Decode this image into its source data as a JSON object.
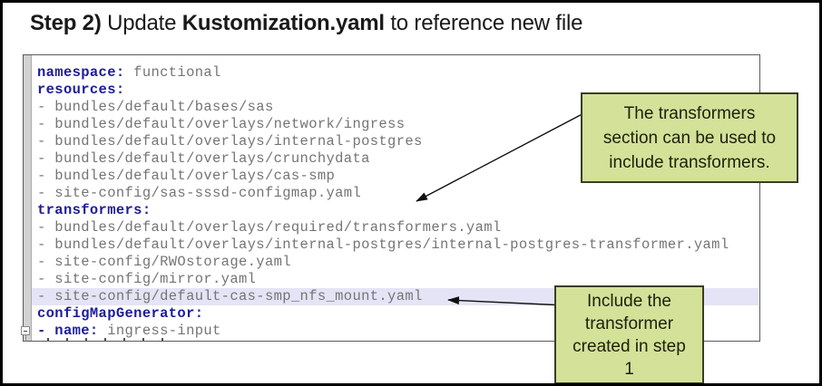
{
  "title": {
    "step": "Step 2)",
    "action": " Update ",
    "filename": "Kustomization.yaml",
    "suffix": " to reference new file"
  },
  "code": {
    "lines": [
      {
        "segs": [
          [
            "key",
            "namespace:"
          ],
          [
            "plain",
            " functional"
          ]
        ]
      },
      {
        "segs": [
          [
            "key",
            "resources:"
          ]
        ]
      },
      {
        "segs": [
          [
            "plain",
            "- bundles/default/bases/sas"
          ]
        ]
      },
      {
        "segs": [
          [
            "plain",
            "- bundles/default/overlays/network/ingress"
          ]
        ]
      },
      {
        "segs": [
          [
            "plain",
            "- bundles/default/overlays/internal-postgres"
          ]
        ]
      },
      {
        "segs": [
          [
            "plain",
            "- bundles/default/overlays/crunchydata"
          ]
        ]
      },
      {
        "segs": [
          [
            "plain",
            "- bundles/default/overlays/cas-smp"
          ]
        ]
      },
      {
        "segs": [
          [
            "plain",
            "- site-config/sas-sssd-configmap.yaml"
          ]
        ]
      },
      {
        "segs": [
          [
            "key",
            "transformers:"
          ]
        ]
      },
      {
        "segs": [
          [
            "plain",
            "- bundles/default/overlays/required/transformers.yaml"
          ]
        ]
      },
      {
        "segs": [
          [
            "plain",
            "- bundles/default/overlays/internal-postgres/internal-postgres-transformer.yaml"
          ]
        ]
      },
      {
        "segs": [
          [
            "plain",
            "- site-config/RWOstorage.yaml"
          ]
        ]
      },
      {
        "segs": [
          [
            "plain",
            "- site-config/mirror.yaml"
          ]
        ]
      },
      {
        "segs": [
          [
            "plain",
            "- site-config/default-cas-smp_nfs_mount.yaml"
          ]
        ],
        "highlight": true
      },
      {
        "segs": [
          [
            "key",
            "configMapGenerator:"
          ]
        ]
      },
      {
        "segs": [
          [
            "key",
            "- name:"
          ],
          [
            "plain",
            " ingress-input"
          ]
        ],
        "fold": true
      }
    ]
  },
  "callouts": [
    {
      "lines": [
        "The transformers",
        "section can be used to",
        "include transformers."
      ]
    },
    {
      "lines": [
        "Include the",
        "transformer",
        "created in step",
        "1"
      ]
    }
  ],
  "colors": {
    "keyword": "#1c1c9c",
    "code_text": "#757575",
    "highlight_line": "#e4e4f6",
    "callout_bg": "#d3e298",
    "callout_border": "#3c3c28"
  }
}
